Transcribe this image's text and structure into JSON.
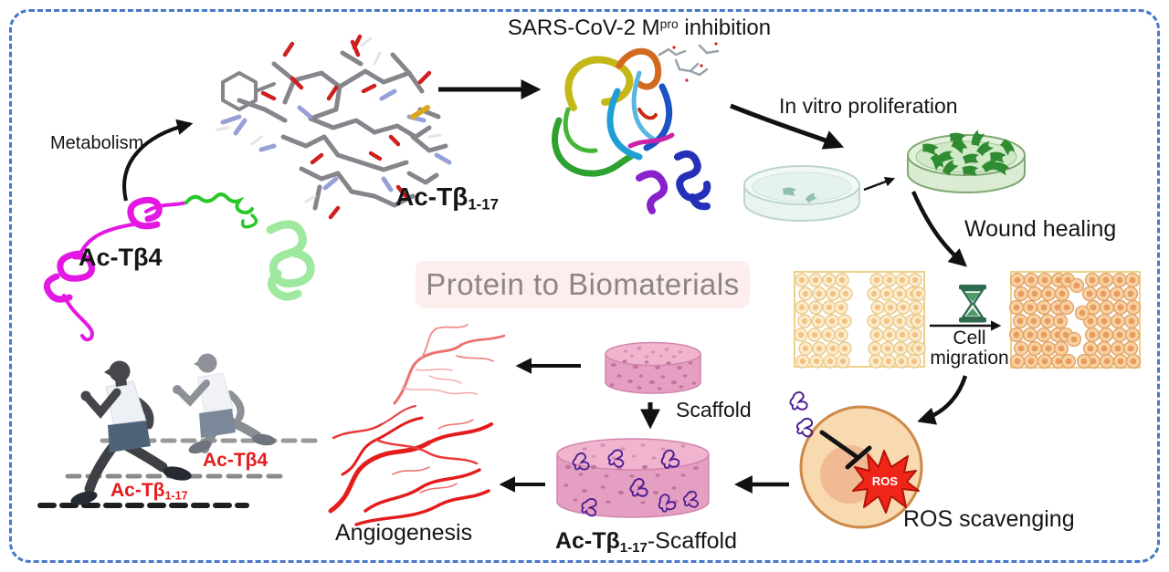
{
  "labels": {
    "metabolism": "Metabolism",
    "ac_tb4": "Ac-Tβ4",
    "ac_tb117_base": "Ac-Tβ",
    "ac_tb117_sub": "1-17",
    "mpro_prefix": "SARS-CoV-2 M",
    "mpro_sup": "pro",
    "mpro_suffix": " inhibition",
    "in_vitro": "In vitro proliferation",
    "wound_healing": "Wound healing",
    "cell_migration_1": "Cell",
    "cell_migration_2": "migration",
    "ros": "ROS",
    "ros_scavenging": "ROS scavenging",
    "banner": "Protein to Biomaterials",
    "scaffold": "Scaffold",
    "scaffold_suffix": "-Scaffold",
    "angiogenesis": "Angiogenesis",
    "runner_ac_tb4": "Ac-Tβ4"
  },
  "colors": {
    "frame_border": "#4679c8",
    "banner_bg": "#fdeded",
    "banner_text": "#8c8588",
    "highlight_red": "#e41c1c",
    "ros_star_red": "#ee2517",
    "peptide_purple": "#4b1e92",
    "scaffold_pink": "#e59fc2",
    "vessel_red": "#e31c1c",
    "dish_cell_green": "#2f8c33",
    "wound_cell_orange": "#f8d2a2",
    "hourglass_green": "#2e6b4f",
    "ribbon_magenta": "#e318e3",
    "ribbon_light_green": "#9fe89f"
  }
}
